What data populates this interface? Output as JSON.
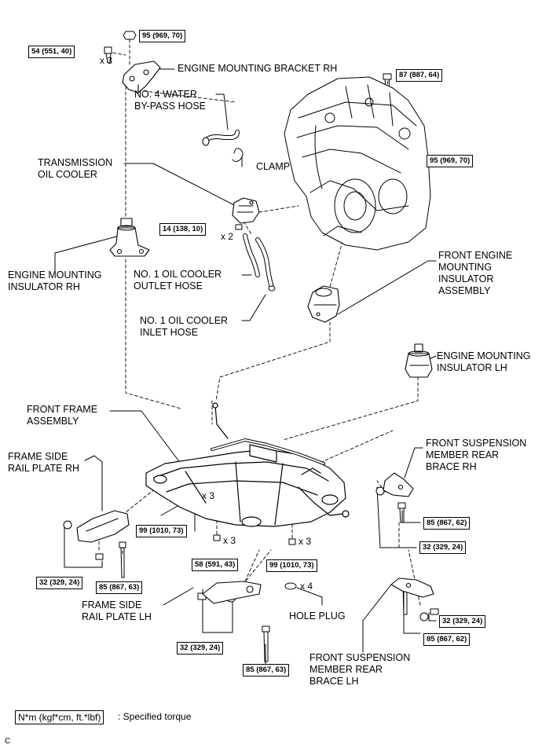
{
  "labels": {
    "engine_mounting_bracket_rh": "ENGINE MOUNTING BRACKET RH",
    "no4_water_bypass_hose": [
      "NO. 4 WATER",
      "BY-PASS HOSE"
    ],
    "clamp": "CLAMP",
    "transmission_oil_cooler": [
      "TRANSMISSION",
      "OIL COOLER"
    ],
    "engine_mounting_insulator_rh": [
      "ENGINE MOUNTING",
      "INSULATOR RH"
    ],
    "no1_oil_cooler_outlet_hose": [
      "NO. 1 OIL COOLER",
      "OUTLET HOSE"
    ],
    "no1_oil_cooler_inlet_hose": [
      "NO. 1 OIL COOLER",
      "INLET HOSE"
    ],
    "front_engine_mounting_insulator_assembly": [
      "FRONT ENGINE",
      "MOUNTING",
      "INSULATOR",
      "ASSEMBLY"
    ],
    "engine_mounting_insulator_lh": [
      "ENGINE MOUNTING",
      "INSULATOR LH"
    ],
    "front_frame_assembly": [
      "FRONT FRAME",
      "ASSEMBLY"
    ],
    "frame_side_rail_plate_rh": [
      "FRAME SIDE",
      "RAIL PLATE RH"
    ],
    "front_suspension_member_rear_brace_rh": [
      "FRONT SUSPENSION",
      "MEMBER REAR",
      "BRACE RH"
    ],
    "frame_side_rail_plate_lh": [
      "FRAME SIDE",
      "RAIL PLATE LH"
    ],
    "hole_plug": "HOLE PLUG",
    "front_suspension_member_rear_brace_lh": [
      "FRONT SUSPENSION",
      "MEMBER REAR",
      "BRACE LH"
    ]
  },
  "torques": {
    "t95_top": "95 (969, 70)",
    "t54": "54 (551, 40)",
    "t87_engine": "87 (887, 64)",
    "t95_right": "95 (969, 70)",
    "t14": "14 (138, 10)",
    "t85_brace_rh": "85 (867, 62)",
    "t32_brace_rh": "32 (329, 24)",
    "t99_left": "99 (1010, 73)",
    "t58": "58 (591, 43)",
    "t99_right": "99 (1010, 73)",
    "t32_rail_rh": "32 (329, 24)",
    "t85_rail_rh": "85 (867, 63)",
    "t32_brace_lh": "32 (329, 24)",
    "t85_brace_lh": "85 (867, 62)",
    "t32_rail_lh": "32 (329, 24)",
    "t85_rail_lh": "85 (867, 63)"
  },
  "quantities": {
    "x3_bracket": "x 3",
    "x2_cooler": "x 2",
    "x3_frame_a": "x 3",
    "x3_frame_b": "x 3",
    "x3_frame_c": "x 3",
    "x4_plug": "x 4"
  },
  "legend": {
    "box": "N*m (kgf*cm, ft.*lbf)",
    "text": ": Specified torque"
  },
  "corner_mark": "C"
}
